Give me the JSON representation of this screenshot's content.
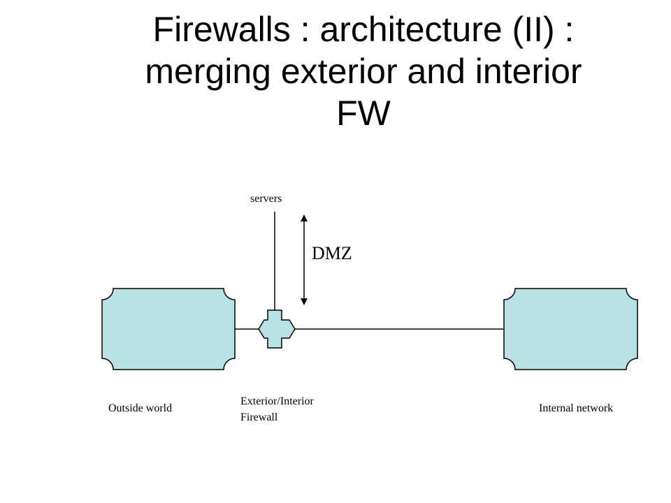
{
  "slide": {
    "title_lines": [
      "Firewalls : architecture (II) :",
      "merging exterior and interior",
      "FW"
    ]
  },
  "diagram": {
    "servers_label": "servers",
    "dmz_label": "DMZ",
    "outside_label": "Outside world",
    "firewall_label_lines": [
      "Exterior/Interior",
      "Firewall"
    ],
    "internal_label": "Internal network",
    "node_fill": "#b9e0e3",
    "stroke_color": "#000000"
  }
}
